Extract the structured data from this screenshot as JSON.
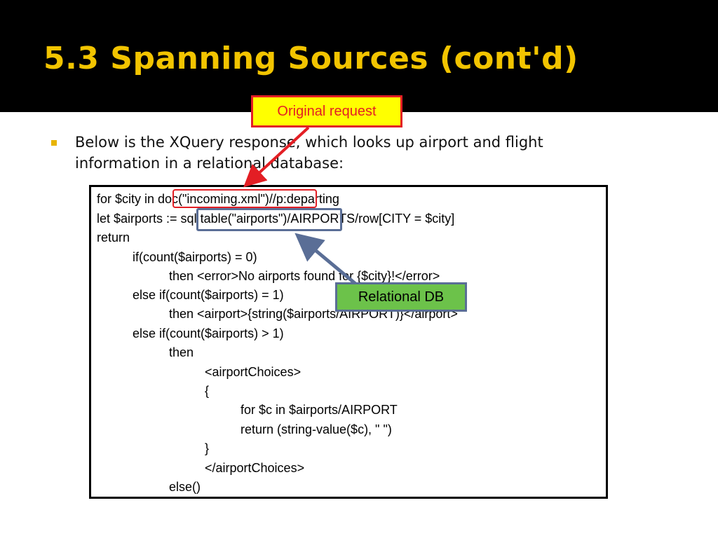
{
  "slide": {
    "title": "5.3 Spanning Sources (cont'd)",
    "bullet": "Below is the XQuery response, which looks up airport and flight information in a relational database:"
  },
  "callouts": {
    "original_request": "Original request",
    "relational_db": "Relational DB"
  },
  "code": {
    "lines": [
      "for $city in doc(\"incoming.xml\")//p:departing",
      "let $airports := sql:table(\"airports\")/AIRPORTS/row[CITY = $city]",
      "return",
      "if(count($airports) = 0)",
      "then <error>No airports found for {$city}!</error>",
      "else if(count($airports) = 1)",
      "then <airport>{string($airports/AIRPORT)}</airport>",
      "else if(count($airports) > 1)",
      "then",
      "<airportChoices>",
      "{",
      "for $c in $airports/AIRPORT",
      "return (string-value($c), \" \")",
      "}",
      "</airportChoices>",
      "else()"
    ]
  },
  "colors": {
    "title": "#F2C400",
    "bullet": "#E8B400",
    "callout_red": "#E31E24",
    "callout_yellow": "#FFFF00",
    "callout_green": "#6CC24A",
    "arrow_blue": "#5A6E96"
  }
}
